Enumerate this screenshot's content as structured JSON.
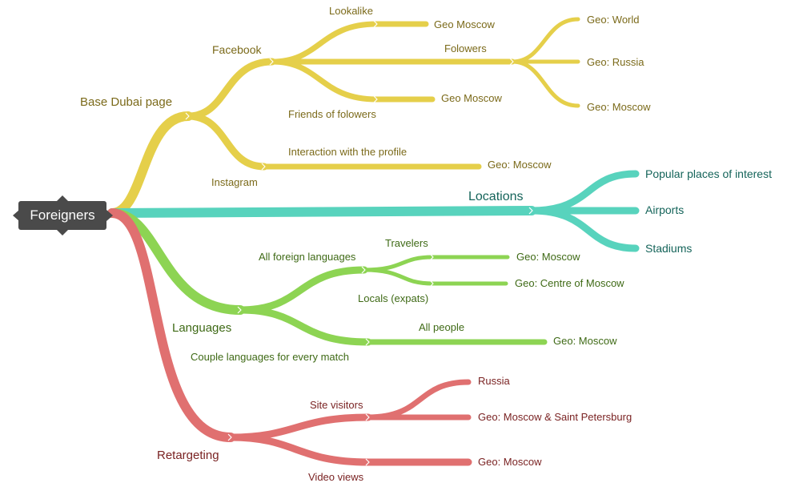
{
  "colors": {
    "yellow": "#e5cf4a",
    "teal": "#58d3bd",
    "green": "#8dd453",
    "red": "#e07070",
    "root": "#4a4a4a"
  },
  "root": {
    "label": "Foreigners"
  },
  "branches": {
    "base_dubai": {
      "label": "Base Dubai page",
      "facebook": {
        "label": "Facebook",
        "lookalike": {
          "label": "Lookalike",
          "geo": "Geo Moscow"
        },
        "followers": {
          "label": "Folowers",
          "geo": [
            "Geo: World",
            "Geo: Russia",
            "Geo: Moscow"
          ]
        },
        "friends": {
          "label": "Friends of folowers",
          "geo": "Geo Moscow"
        }
      },
      "instagram": {
        "label": "Instagram",
        "interaction": {
          "label": "Interaction with the profile",
          "geo": "Geo: Moscow"
        }
      }
    },
    "locations": {
      "label": "Locations",
      "items": [
        "Popular places of interest",
        "Airports",
        "Stadiums"
      ]
    },
    "languages": {
      "label": "Languages",
      "all_foreign": {
        "label": "All foreign languages",
        "travelers": {
          "label": "Travelers",
          "geo": "Geo: Moscow"
        },
        "locals": {
          "label": "Locals (expats)",
          "geo": "Geo: Centre of Moscow"
        }
      },
      "couple": {
        "label": "Couple languages for every match",
        "all_people": {
          "label": "All people",
          "geo": "Geo: Moscow"
        }
      }
    },
    "retargeting": {
      "label": "Retargeting",
      "site_visitors": {
        "label": "Site visitors",
        "geo": [
          "Russia",
          "Geo: Moscow & Saint Petersburg"
        ]
      },
      "video_views": {
        "label": "Video views",
        "geo": "Geo: Moscow"
      }
    }
  }
}
